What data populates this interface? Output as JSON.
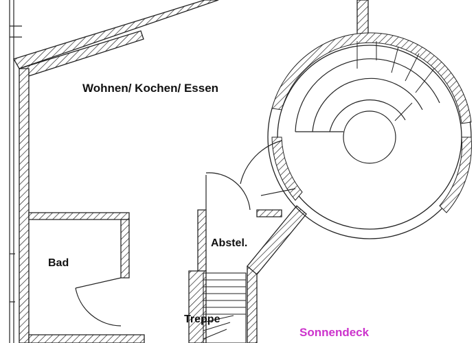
{
  "colors": {
    "wall_fill": "#ffffff",
    "line": "#222222",
    "hatch": "#222222",
    "label": "#111111",
    "deck_label": "#cc33cc"
  },
  "rooms": {
    "living": "Wohnen/ Kochen/ Essen",
    "bath": "Bad",
    "storage": "Abstel.",
    "stairs": "Treppe",
    "deck": "Sonnendeck"
  }
}
